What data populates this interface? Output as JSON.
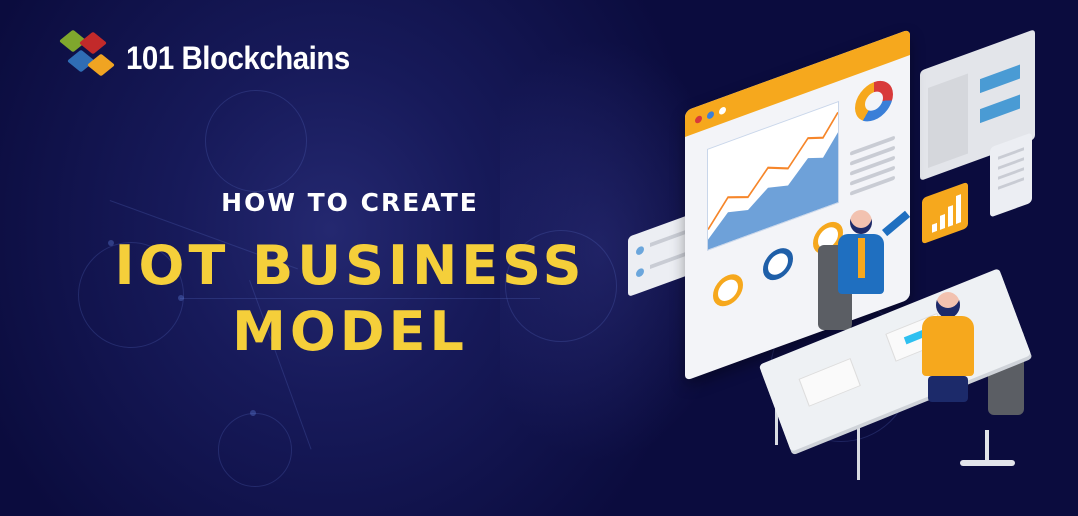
{
  "brand": {
    "name": "101 Blockchains",
    "logo_icon": "stacked-cubes-logo",
    "logo_colors": [
      "#7fa72d",
      "#c22a2a",
      "#2f6db5",
      "#f0a422"
    ]
  },
  "headline": {
    "subtitle": "HOW TO CREATE",
    "title_line1": "IOT BUSINESS",
    "title_line2": "MODEL"
  },
  "colors": {
    "background": "#0b0c3e",
    "accent_yellow": "#f5cf3a",
    "text_white": "#ffffff",
    "dashboard_orange": "#f6a81d"
  },
  "illustration": {
    "description": "Isometric dashboard with line chart, donut chart, ring gauges and two businessmen at a desk",
    "icons": [
      "line-chart-icon",
      "donut-chart-icon",
      "bar-chart-icon",
      "table-icon",
      "document-icon",
      "wifi-brain-icon",
      "robot-arm-icon",
      "gear-icon"
    ]
  }
}
